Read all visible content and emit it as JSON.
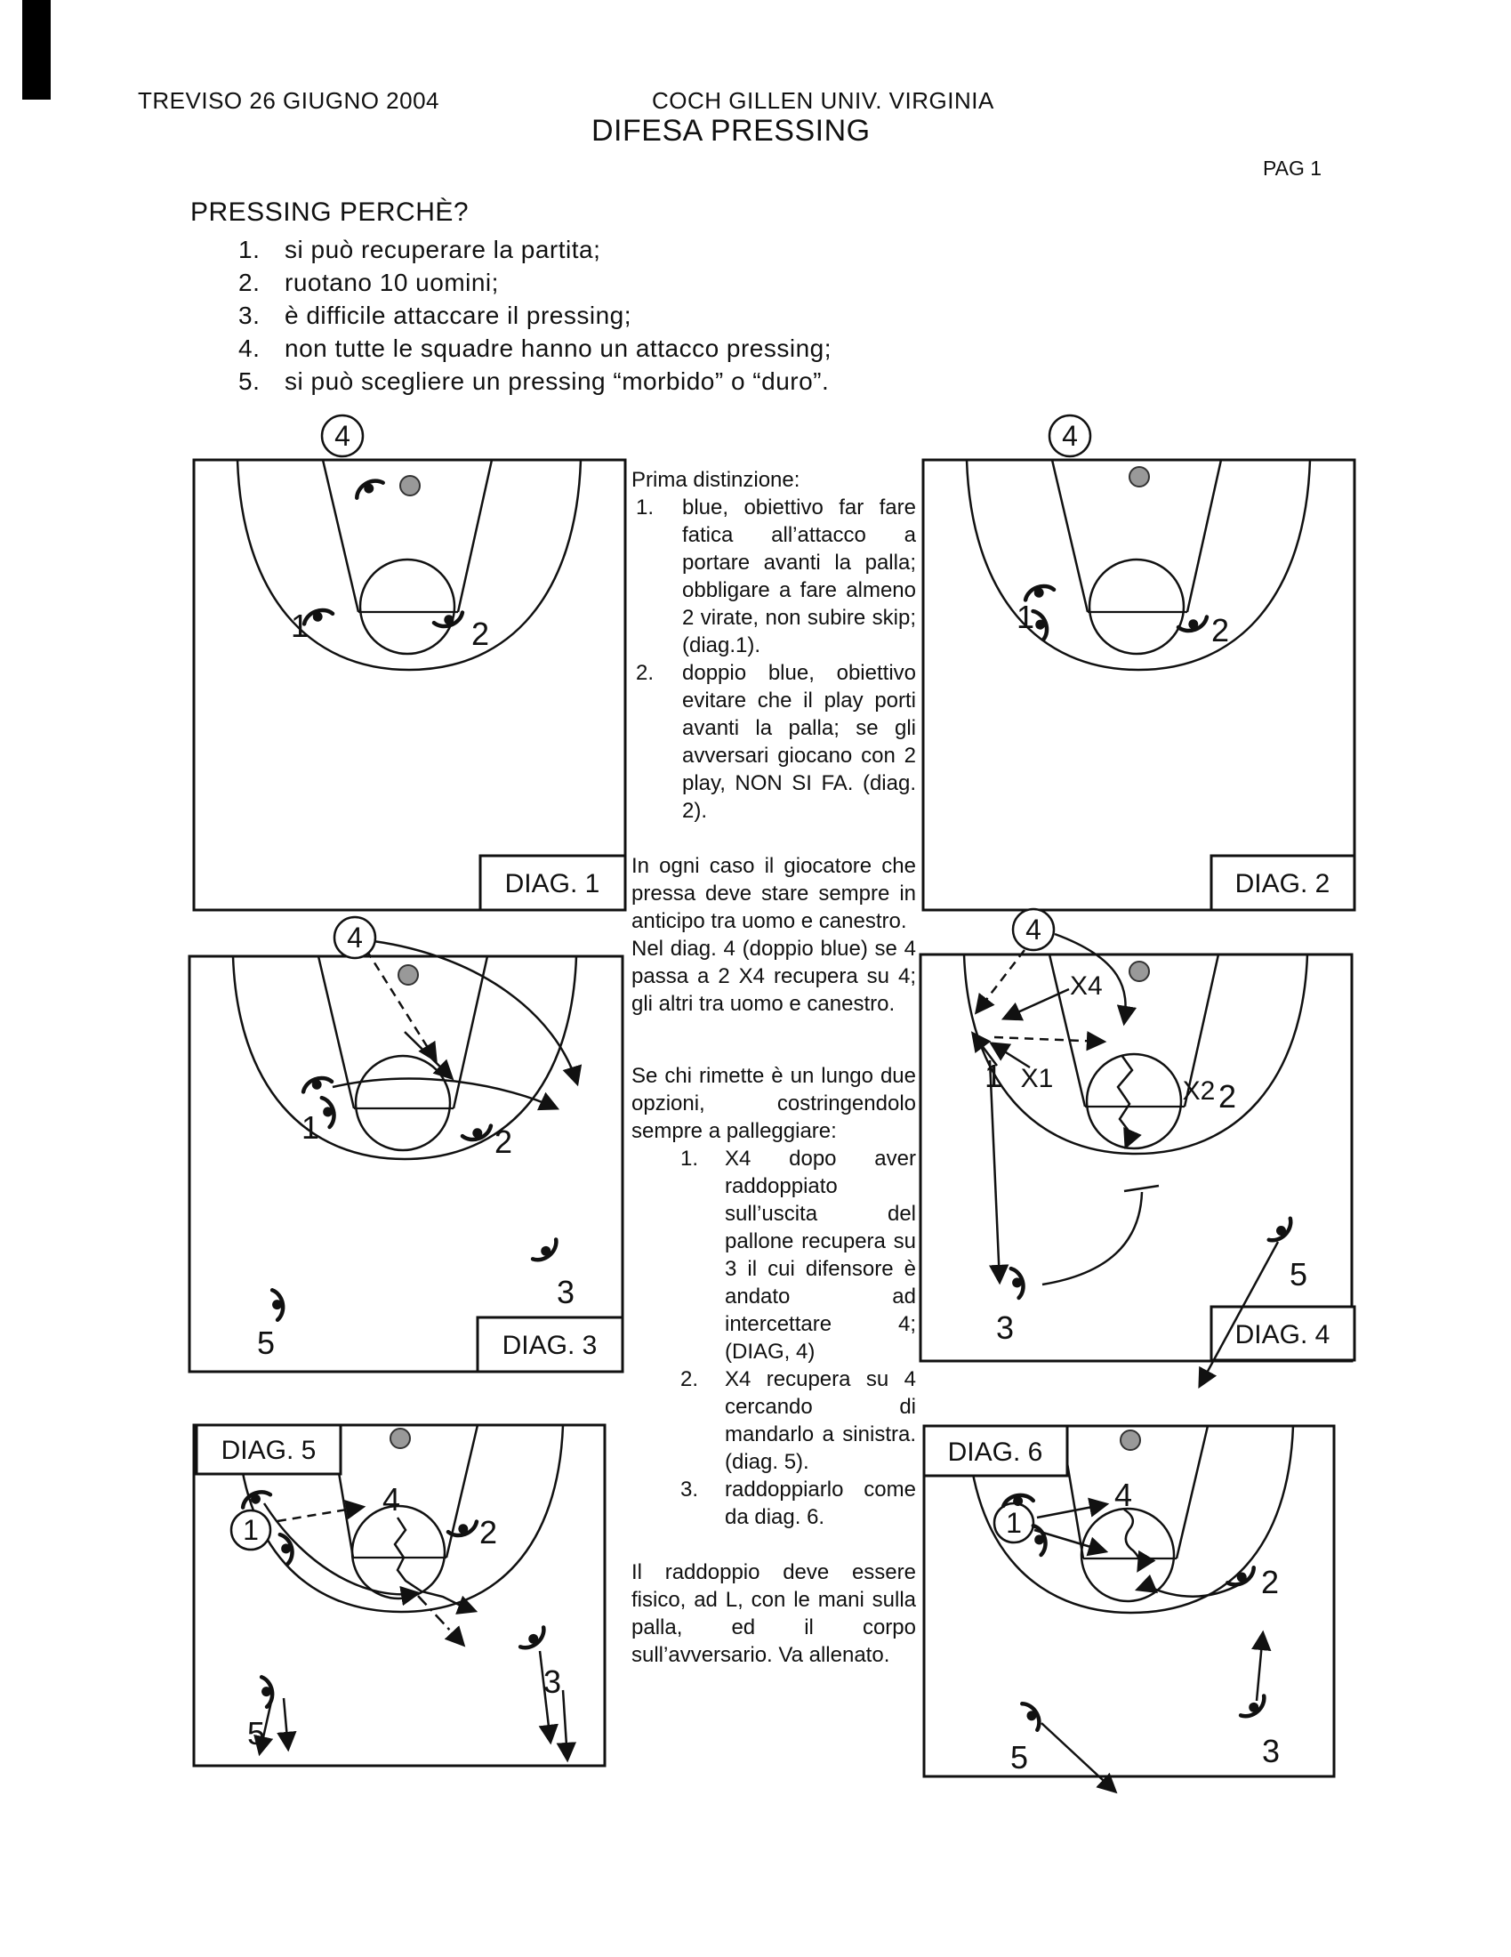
{
  "header": {
    "date": "TREVISO 26 GIUGNO 2004",
    "coach": "COCH GILLEN UNIV. VIRGINIA",
    "title": "DIFESA PRESSING",
    "page_number": "PAG 1"
  },
  "intro": {
    "heading": "PRESSING PERCHÈ?",
    "items": [
      {
        "num": "1.",
        "text": "si può recuperare la partita;"
      },
      {
        "num": "2.",
        "text": "ruotano 10 uomini;"
      },
      {
        "num": "3.",
        "text": "è difficile attaccare il pressing;"
      },
      {
        "num": "4.",
        "text": "non tutte le squadre hanno un attacco pressing;"
      },
      {
        "num": "5.",
        "text": "si può scegliere un pressing “morbido” o “duro”."
      }
    ]
  },
  "column": {
    "p1_title": "Prima distinzione:",
    "list1": [
      {
        "num": "1.",
        "text": "blue, obiettivo far fare fatica all’attacco a portare avanti la palla; obbligare a fare almeno 2 virate, non subire skip; (diag.1)."
      },
      {
        "num": "2.",
        "text": "doppio blue, obiettivo evitare che il play porti avanti la palla; se gli avversari giocano con 2 play, NON SI FA. (diag. 2)."
      }
    ],
    "p2": "In ogni caso il giocatore che pressa deve stare sempre in anticipo tra uomo e canestro.",
    "p3": "Nel diag. 4 (doppio blue) se 4 passa a 2 X4 recupera su 4; gli altri tra uomo e canestro.",
    "p4": "Se chi rimette è un lungo due opzioni, costringendolo sempre a palleggiare:",
    "list2": [
      {
        "num": "1.",
        "text": "X4 dopo aver raddoppiato sull’uscita del pallone recupera su 3 il cui difensore è andato ad intercettare 4; (DIAG, 4)"
      },
      {
        "num": "2.",
        "text": "X4 recupera su 4 cercando di mandarlo a sinistra. (diag. 5)."
      },
      {
        "num": "3.",
        "text": "raddoppiarlo come da diag. 6."
      }
    ],
    "p5": "Il raddoppio deve essere fisico, ad L, con le mani sulla palla, ed il corpo sull’avversario. Va allenato."
  },
  "diagrams": {
    "d1": {
      "label": "DIAG. 1",
      "players": {
        "inb": "4",
        "p1": "1",
        "p2": "2"
      }
    },
    "d2": {
      "label": "DIAG. 2",
      "players": {
        "inb": "4",
        "p1": "1",
        "p2": "2"
      }
    },
    "d3": {
      "label": "DIAG. 3",
      "players": {
        "inb": "4",
        "p1": "1",
        "p2": "2",
        "p3": "3",
        "p5": "5"
      }
    },
    "d4": {
      "label": "DIAG. 4",
      "players": {
        "inb": "4",
        "x4": "X4",
        "x1": "X1",
        "x2": "X2",
        "p1": "1",
        "p2": "2",
        "p3": "3",
        "p5": "5"
      }
    },
    "d5": {
      "label": "DIAG. 5",
      "players": {
        "inb1": "1",
        "p4": "4",
        "p2": "2",
        "p3": "3",
        "p5": "5"
      }
    },
    "d6": {
      "label": "DIAG. 6",
      "players": {
        "inb1": "1",
        "p4": "4",
        "p2": "2",
        "p3": "3",
        "p5": "5"
      }
    }
  },
  "colors": {
    "ink": "#111111",
    "ball_fill": "#999999",
    "ball_stroke": "#333333",
    "paper": "#ffffff"
  }
}
